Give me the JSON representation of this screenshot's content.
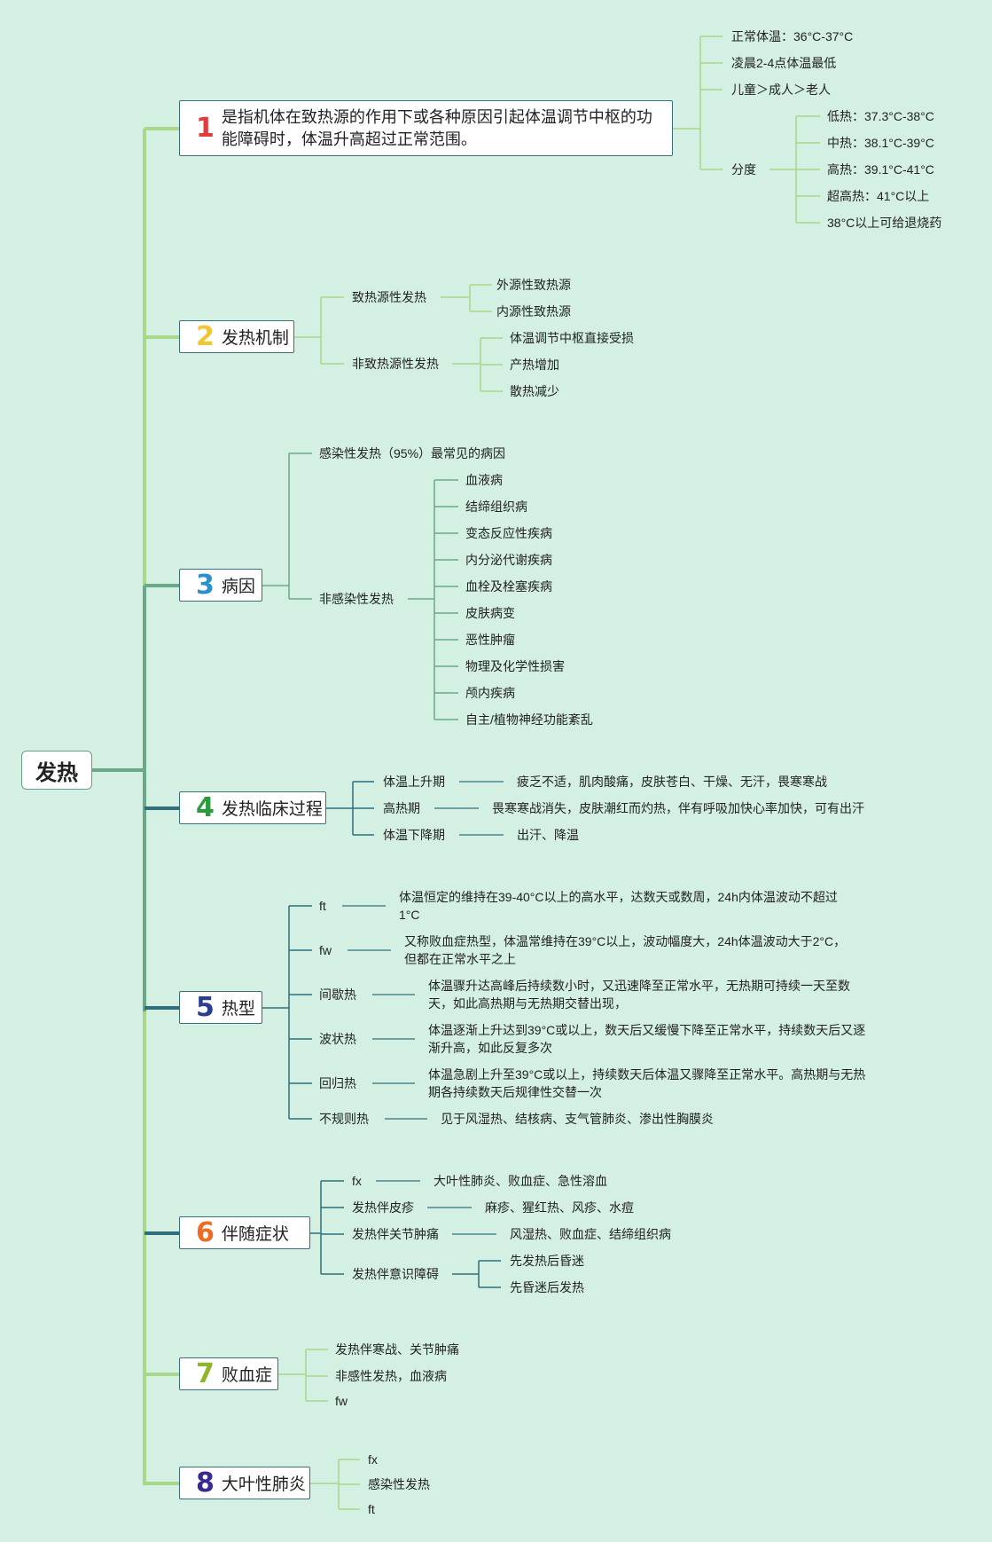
{
  "root": "发热",
  "branches": [
    {
      "num": "1",
      "num_color": "#e23b3b",
      "label": "是指机体在致热源的作用下或各种原因引起体温调节中枢的功能障碍时，体温升高超过正常范围。",
      "children": [
        {
          "label": "正常体温：36°C-37°C"
        },
        {
          "label": "凌晨2-4点体温最低"
        },
        {
          "label": "儿童＞成人＞老人"
        },
        {
          "label": "分度",
          "children": [
            {
              "label": "低热：37.3°C-38°C"
            },
            {
              "label": "中热：38.1°C-39°C"
            },
            {
              "label": "高热：39.1°C-41°C"
            },
            {
              "label": "超高热：41°C以上"
            },
            {
              "label": "38°C以上可给退烧药"
            }
          ]
        }
      ]
    },
    {
      "num": "2",
      "num_color": "#f2c531",
      "label": "发热机制",
      "children": [
        {
          "label": "致热源性发热",
          "children": [
            {
              "label": "外源性致热源"
            },
            {
              "label": "内源性致热源"
            }
          ]
        },
        {
          "label": "非致热源性发热",
          "children": [
            {
              "label": "体温调节中枢直接受损"
            },
            {
              "label": "产热增加"
            },
            {
              "label": "散热减少"
            }
          ]
        }
      ]
    },
    {
      "num": "3",
      "num_color": "#2b8fd0",
      "label": "病因",
      "children": [
        {
          "label": "感染性发热（95%）最常见的病因"
        },
        {
          "label": "非感染性发热",
          "children": [
            {
              "label": "血液病"
            },
            {
              "label": "结缔组织病"
            },
            {
              "label": "变态反应性疾病"
            },
            {
              "label": "内分泌代谢疾病"
            },
            {
              "label": "血栓及栓塞疾病"
            },
            {
              "label": "皮肤病变"
            },
            {
              "label": "恶性肿瘤"
            },
            {
              "label": "物理及化学性损害"
            },
            {
              "label": "颅内疾病"
            },
            {
              "label": "自主/植物神经功能紊乱"
            }
          ]
        }
      ]
    },
    {
      "num": "4",
      "num_color": "#2e9a3e",
      "label": "发热临床过程",
      "children": [
        {
          "label": "体温上升期",
          "children": [
            {
              "label": "疲乏不适，肌肉酸痛，皮肤苍白、干燥、无汗，畏寒寒战"
            }
          ]
        },
        {
          "label": "高热期",
          "children": [
            {
              "label": "畏寒寒战消失，皮肤潮红而灼热，伴有呼吸加快心率加快，可有出汗"
            }
          ]
        },
        {
          "label": "体温下降期",
          "children": [
            {
              "label": "出汗、降温"
            }
          ]
        }
      ]
    },
    {
      "num": "5",
      "num_color": "#2a3f8f",
      "label": "热型",
      "children": [
        {
          "label": "ft",
          "children": [
            {
              "label": "体温恒定的维持在39-40°C以上的高水平，达数天或数周，24h内体温波动不超过1°C"
            }
          ]
        },
        {
          "label": "fw",
          "children": [
            {
              "label": "又称败血症热型，体温常维持在39°C以上，波动幅度大，24h体温波动大于2°C，但都在正常水平之上"
            }
          ]
        },
        {
          "label": "间歇热",
          "children": [
            {
              "label": "体温骤升达高峰后持续数小时，又迅速降至正常水平，无热期可持续一天至数天，如此高热期与无热期交替出现，"
            }
          ]
        },
        {
          "label": "波状热",
          "children": [
            {
              "label": "体温逐渐上升达到39°C或以上，数天后又缓慢下降至正常水平，持续数天后又逐渐升高，如此反复多次"
            }
          ]
        },
        {
          "label": "回归热",
          "children": [
            {
              "label": "体温急剧上升至39°C或以上，持续数天后体温又骤降至正常水平。高热期与无热期各持续数天后规律性交替一次"
            }
          ]
        },
        {
          "label": "不规则热",
          "children": [
            {
              "label": "见于风湿热、结核病、支气管肺炎、渗出性胸膜炎"
            }
          ]
        }
      ]
    },
    {
      "num": "6",
      "num_color": "#ef6b21",
      "label": "伴随症状",
      "children": [
        {
          "label": "fx",
          "children": [
            {
              "label": "大叶性肺炎、败血症、急性溶血"
            }
          ]
        },
        {
          "label": "发热伴皮疹",
          "children": [
            {
              "label": "麻疹、猩红热、风疹、水痘"
            }
          ]
        },
        {
          "label": "发热伴关节肿痛",
          "children": [
            {
              "label": "风湿热、败血症、结缔组织病"
            }
          ]
        },
        {
          "label": "发热伴意识障碍",
          "children": [
            {
              "label": "先发热后昏迷"
            },
            {
              "label": "先昏迷后发热"
            }
          ]
        }
      ]
    },
    {
      "num": "7",
      "num_color": "#8fb62a",
      "label": "败血症",
      "children": [
        {
          "label": "发热伴寒战、关节肿痛"
        },
        {
          "label": "非感性发热，血液病"
        },
        {
          "label": "fw"
        }
      ]
    },
    {
      "num": "8",
      "num_color": "#3a2a8f",
      "label": "大叶性肺炎",
      "children": [
        {
          "label": "fx"
        },
        {
          "label": "感染性发热"
        },
        {
          "label": "ft"
        }
      ]
    }
  ],
  "colors": {
    "background": "#d3f0e2",
    "line_light": "#a8d98a",
    "line_mid": "#6aa888",
    "line_dark": "#2e6f7d"
  }
}
